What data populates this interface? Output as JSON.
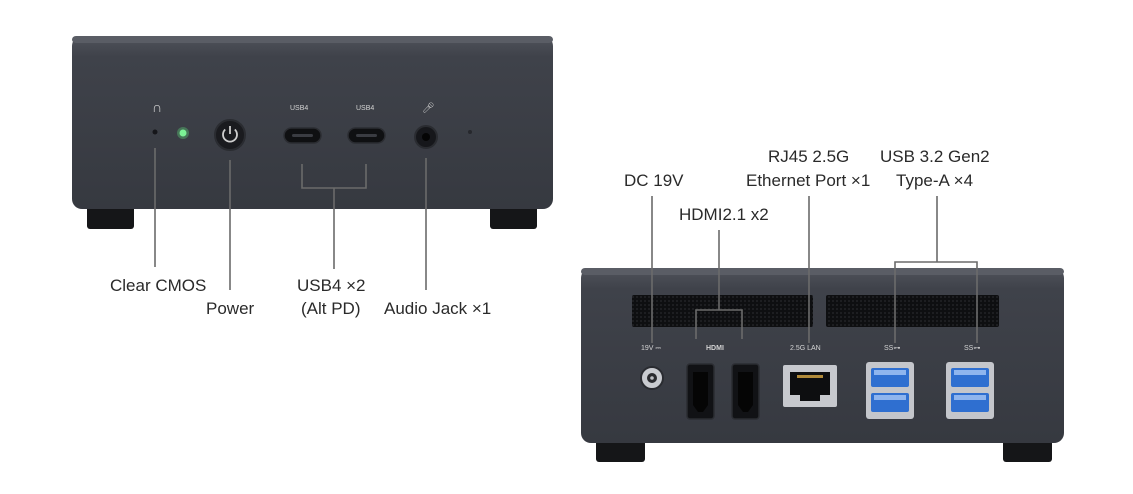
{
  "front": {
    "port_labels": {
      "usb4_a": "USB4",
      "usb4_b": "USB4"
    },
    "callouts": {
      "clear_cmos": "Clear CMOS",
      "power": "Power",
      "usb4_line1": "USB4 ×2",
      "usb4_line2": "(Alt PD)",
      "audio": "Audio Jack ×1"
    }
  },
  "rear": {
    "port_labels": {
      "dc": "19V ⎓",
      "hdmi": "HDMI",
      "lan": "2.5G LAN",
      "ss_a": "SS⊶",
      "ss_b": "SS⊶"
    },
    "callouts": {
      "dc": "DC 19V",
      "hdmi": "HDMI2.1 x2",
      "rj45_line1": "RJ45 2.5G",
      "rj45_line2": "Ethernet Port ×1",
      "usb_line1": "USB 3.2 Gen2",
      "usb_line2": "Type-A ×4"
    }
  },
  "colors": {
    "chassis": "#3b3e46",
    "chassis_top": "#4a4d55",
    "feet": "#151618",
    "usb_blue": "#2f6fd0",
    "led_green": "#5fe07a"
  }
}
